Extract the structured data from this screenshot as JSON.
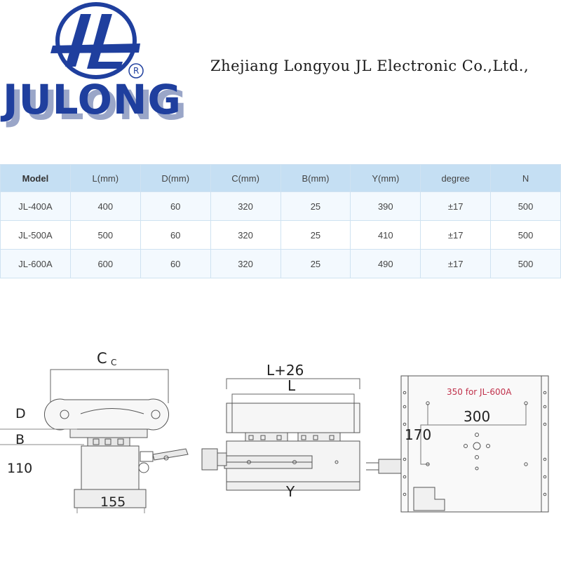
{
  "brand": {
    "name": "JULONG",
    "emblem": "JL",
    "registered_mark": "R",
    "colors": {
      "primary": "#1f3f9e",
      "shadow": "#9aa6c8"
    }
  },
  "company_name": "Zhejiang Longyou JL Electronic Co.,Ltd.,",
  "table": {
    "headers": [
      "Model",
      "L(mm)",
      "D(mm)",
      "C(mm)",
      "B(mm)",
      "Y(mm)",
      "degree",
      "N"
    ],
    "rows": [
      [
        "JL-400A",
        "400",
        "60",
        "320",
        "25",
        "390",
        "±17",
        "500"
      ],
      [
        "JL-500A",
        "500",
        "60",
        "320",
        "25",
        "410",
        "±17",
        "500"
      ],
      [
        "JL-600A",
        "600",
        "60",
        "320",
        "25",
        "490",
        "±17",
        "500"
      ]
    ]
  },
  "drawing_labels": {
    "c": "C",
    "c_small": "C",
    "d": "D",
    "b": "B",
    "h110": "110",
    "w155": "155",
    "l26": "L+26",
    "l": "L",
    "y": "Y",
    "d300": "300",
    "d170": "170",
    "note": "350 for JL-600A"
  },
  "colors": {
    "table_header": "#c5dff3",
    "note": "#c0304a"
  }
}
